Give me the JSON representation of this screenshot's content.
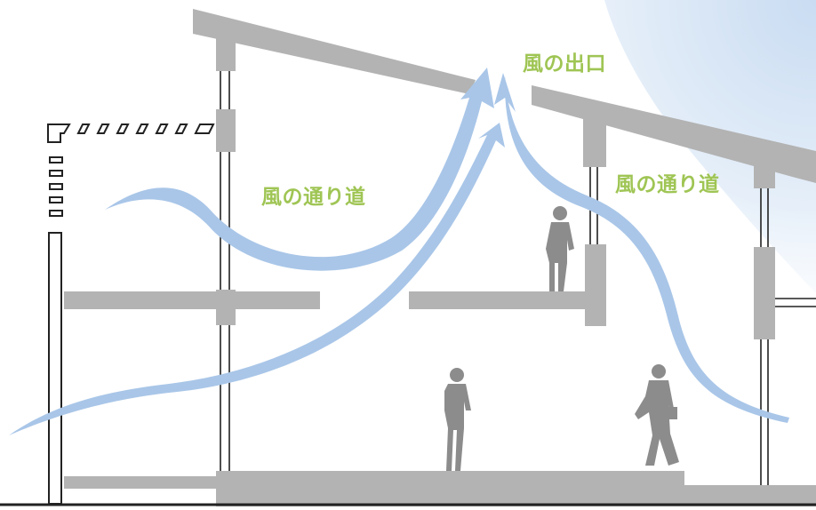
{
  "labels": {
    "wind_outlet": "風の出口",
    "wind_path_left": "風の通り道",
    "wind_path_right": "風の通り道"
  },
  "colors": {
    "structure": "#b3b3b3",
    "structure_dark": "#a9a9a9",
    "wind_arrow": "#a9c6e8",
    "sky_gradient": "#d7e6f6",
    "label_green": "#9fc554",
    "person": "#8c8c8c",
    "ground_line": "#222222"
  }
}
